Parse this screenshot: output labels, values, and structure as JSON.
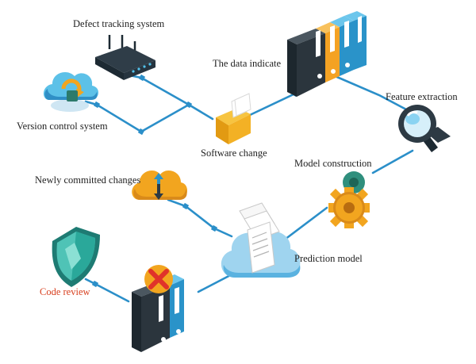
{
  "labels": {
    "defect_tracking": "Defect tracking system",
    "data_indicate": "The data indicate",
    "version_control": "Version control system",
    "software_change": "Software change",
    "feature_extraction": "Feature extraction",
    "model_construction": "Model construction",
    "newly_committed": "Newly committed changes",
    "prediction_model": "Prediction model",
    "code_review": "Code review"
  },
  "colors": {
    "connector": "#2b8fc9",
    "code_review_label": "#d8401f"
  },
  "icons": {
    "defect_tracking": "router-icon",
    "version_control": "cloud-sync-icon",
    "software_change": "folder-icon",
    "data_indicate": "binders-icon",
    "feature_extraction": "magnifier-icon",
    "model_construction": "gears-icon",
    "newly_committed": "cloud-exchange-icon",
    "prediction_model": "cloud-document-icon",
    "code_review": "shield-icon",
    "result": "binders-reject-icon"
  }
}
